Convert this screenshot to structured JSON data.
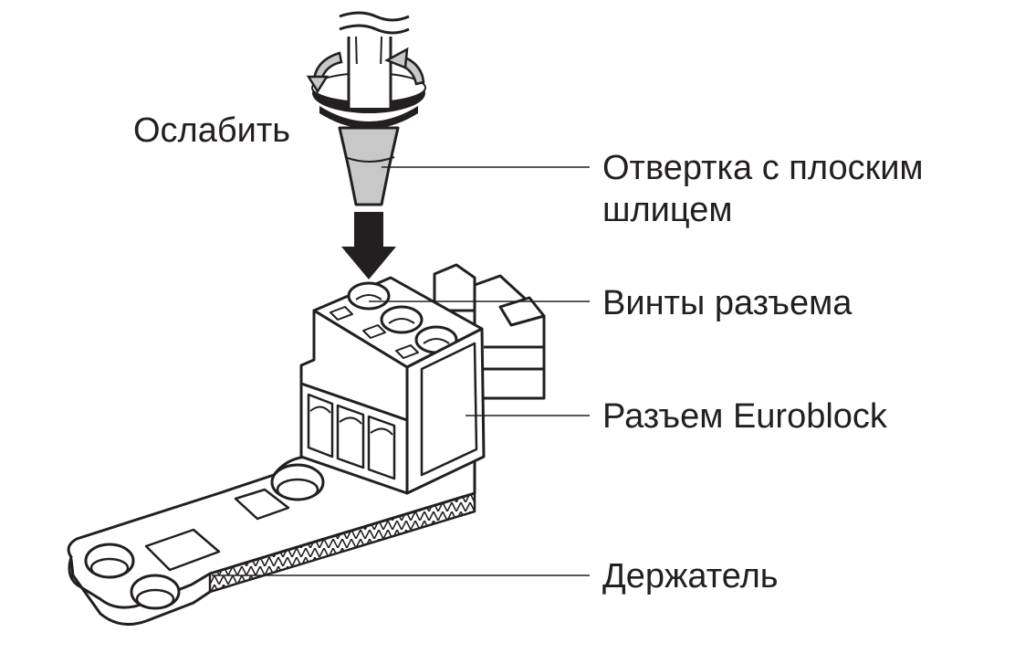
{
  "labels": {
    "loosen": "Ослабить",
    "screwdriver_line1": "Отвертка с плоским",
    "screwdriver_line2": "шлицем",
    "connector_screws": "Винты разъема",
    "euroblock_connector": "Разъем Euroblock",
    "holder": "Держатель"
  },
  "colors": {
    "ink": "#231f20",
    "gray_fill": "#c8c8c8",
    "dark_band": "#231f20",
    "paper": "#ffffff"
  },
  "icons": {
    "rotation": "rotation-arrows-icon",
    "push": "down-arrow-icon"
  }
}
